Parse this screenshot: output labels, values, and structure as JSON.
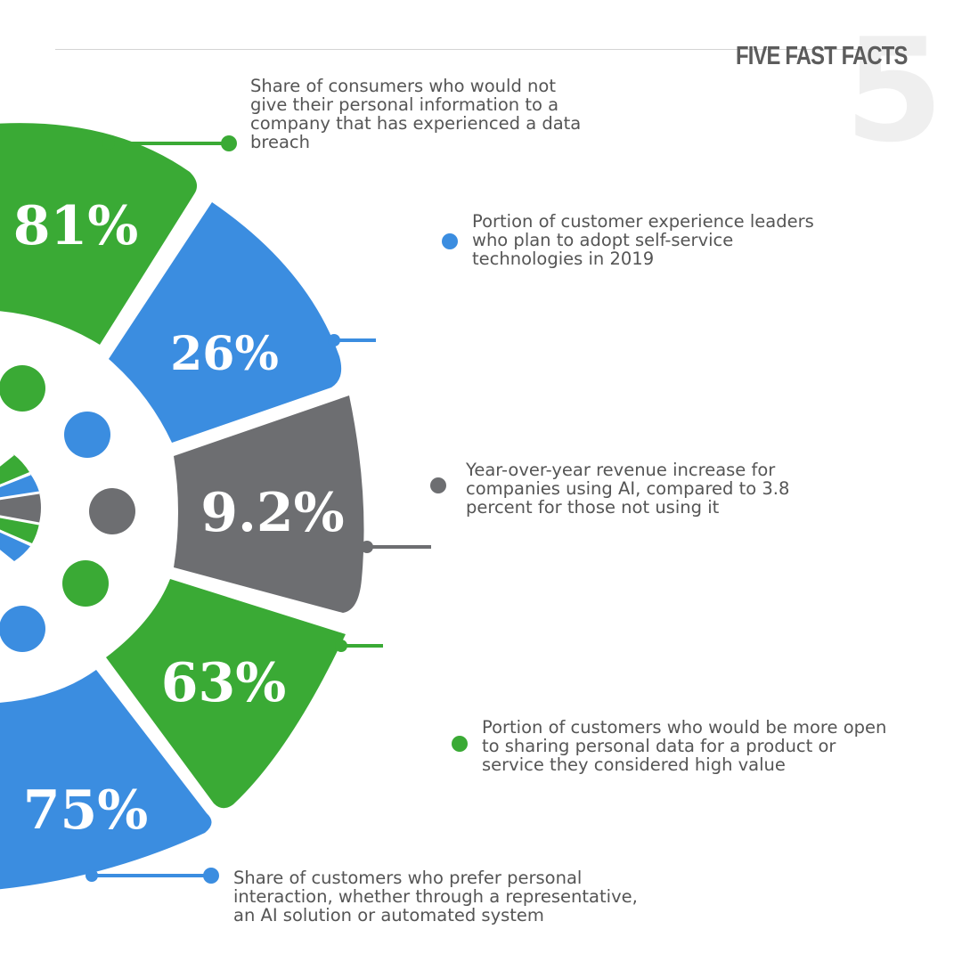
{
  "header": {
    "title": "FIVE FAST FACTS",
    "number": "5"
  },
  "facts": [
    {
      "value": "81%",
      "color": "#3aaa35",
      "caption": "Share of consumers who would not give their personal information to a company that has experienced a data breach"
    },
    {
      "value": "26%",
      "color": "#3b8de0",
      "caption": "Portion of customer experience leaders who plan to adopt self-service technologies in 2019"
    },
    {
      "value": "9.2%",
      "color": "#6d6e71",
      "caption": "Year-over-year revenue increase for companies using AI, compared to 3.8 percent for those not using it"
    },
    {
      "value": "63%",
      "color": "#3aaa35",
      "caption": "Portion of customers who would be more open to sharing personal data for a product or service they considered high value"
    },
    {
      "value": "75%",
      "color": "#3b8de0",
      "caption": "Share of customers who prefer personal interaction, whether through a representative, an AI solution or automated system"
    }
  ],
  "colors": {
    "green": "#3aaa35",
    "blue": "#3b8de0",
    "gray": "#6d6e71"
  }
}
